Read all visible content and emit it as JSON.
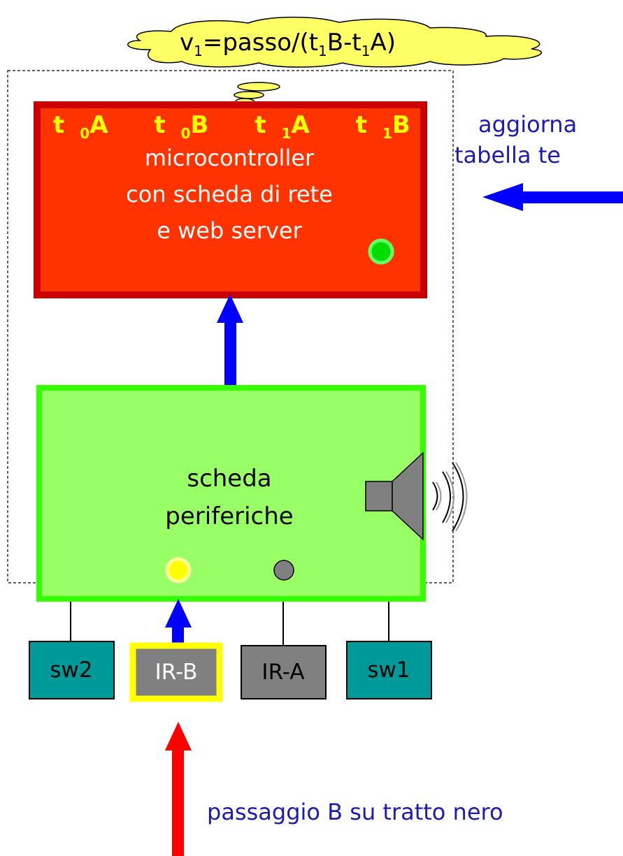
{
  "cloud": {
    "formula_v": "v",
    "formula_v_sub": "1",
    "formula_mid": "=passo/(t",
    "formula_t1_sub": "1",
    "formula_B": "B-t",
    "formula_t2_sub": "1",
    "formula_end": "A)"
  },
  "microcontroller": {
    "timestamps": [
      {
        "t": "t",
        "sub": "0",
        "suffix": "A"
      },
      {
        "t": "t",
        "sub": "0",
        "suffix": "B"
      },
      {
        "t": "t",
        "sub": "1",
        "suffix": "A"
      },
      {
        "t": "t",
        "sub": "1",
        "suffix": "B"
      }
    ],
    "line1": "microcontroller",
    "line2": "con scheda di rete",
    "line3": "e web server"
  },
  "peripherals": {
    "line1": "scheda",
    "line2": "periferiche"
  },
  "sensors": {
    "sw2": "sw2",
    "irb": "IR-B",
    "ira": "IR-A",
    "sw1": "sw1"
  },
  "right_note": {
    "line1": "aggiorna",
    "line2": "tabella te"
  },
  "bottom_caption": "passaggio B su tratto nero",
  "colors": {
    "microcontroller_fill": "#ff3300",
    "microcontroller_border": "#cc0000",
    "peripherals_fill": "#99ff66",
    "peripherals_border": "#33ff00",
    "teal_box": "#009999",
    "gray_box": "#808080",
    "cloud_fill": "#ffff66",
    "arrow_blue": "#0000ff",
    "arrow_red": "#ff0000",
    "led_green": "#00dd00",
    "led_yellow": "#ffff00"
  }
}
